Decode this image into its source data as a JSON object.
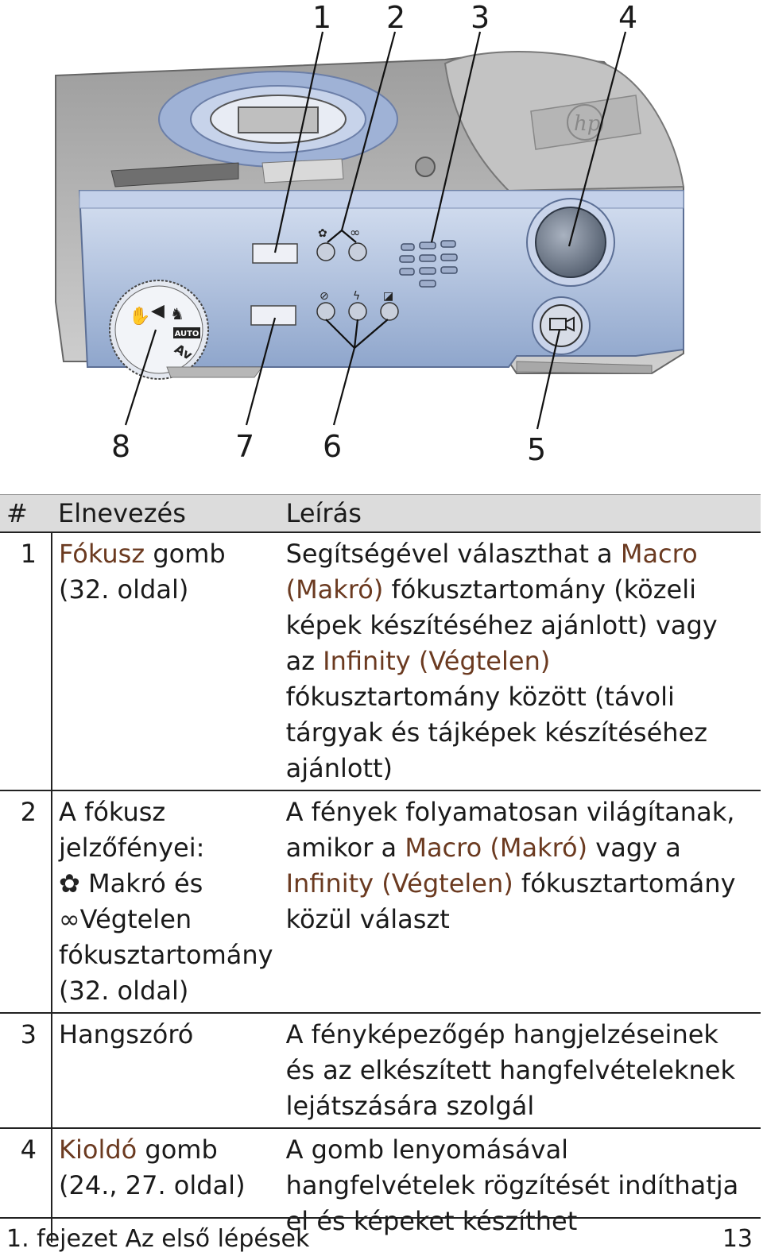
{
  "figure": {
    "callouts_top": [
      "1",
      "2",
      "3",
      "4"
    ],
    "callouts_bottom": [
      "8",
      "7",
      "6",
      "5"
    ],
    "dial_text_auto": "AUTO",
    "dial_text_av": "Av",
    "brand_logo": "hp-logo-icon"
  },
  "table": {
    "headers": [
      "#",
      "Elnevezés",
      "Leírás"
    ],
    "rows": [
      {
        "num": "1",
        "name_kw": "Fókusz",
        "name_rest": " gomb",
        "name_page": "(32. oldal)",
        "desc_1": "Segítségével választhat a ",
        "desc_kw1": "Macro (Makró)",
        "desc_2": " fókusztartomány (közeli képek készítéséhez ajánlott) vagy az ",
        "desc_kw2": "Infinity (Végtelen)",
        "desc_3": " fókusztartomány között (távoli tárgyak és tájképek készítéséhez ajánlott)"
      },
      {
        "num": "2",
        "name_1": "A fókusz jelzőfényei:",
        "name_macro": " Makró és",
        "name_infinity": "Végtelen fókusztartomány",
        "name_page": "(32. oldal)",
        "desc_1": "A fények folyamatosan világítanak, amikor a ",
        "desc_kw1": "Macro (Makró)",
        "desc_2": " vagy a ",
        "desc_kw2": "Infinity (Végtelen)",
        "desc_3": " fókusztartomány közül választ"
      },
      {
        "num": "3",
        "name": "Hangszóró",
        "desc": "A fényképezőgép hangjelzéseinek és az elkészített hangfelvételeknek lejátszására szolgál"
      },
      {
        "num": "4",
        "name_kw": "Kioldó",
        "name_rest": " gomb",
        "name_page": "(24., 27. oldal)",
        "desc": "A gomb lenyomásával hangfelvételek rögzítését indíthatja el és képeket készíthet"
      }
    ]
  },
  "footer": {
    "chapter": "1. fejezet Az első lépések",
    "page": "13"
  },
  "colors": {
    "keyword": "#6b3a20",
    "camera_body": "#b9c9e6",
    "header_bg": "#dcdcdc"
  }
}
